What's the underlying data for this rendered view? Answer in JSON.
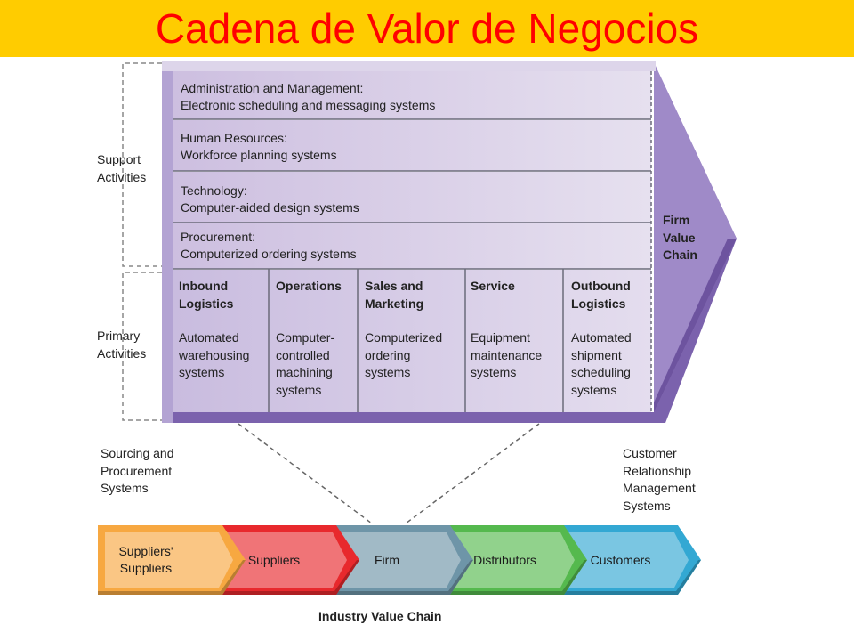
{
  "title": "Cadena de Valor de Negocios",
  "side_labels": {
    "support": "Support\nActivities",
    "primary": "Primary\nActivities"
  },
  "firm_value_chain_label": "Firm\nValue\nChain",
  "support_activities": [
    {
      "name": "Administration and Management:",
      "system": "Electronic scheduling and messaging systems"
    },
    {
      "name": "Human Resources:",
      "system": "Workforce planning systems"
    },
    {
      "name": "Technology:",
      "system": "Computer-aided design systems"
    },
    {
      "name": "Procurement:",
      "system": "Computerized ordering systems"
    }
  ],
  "primary_activities": [
    {
      "name": "Inbound\nLogistics",
      "system": "Automated\nwarehousing\nsystems"
    },
    {
      "name": "Operations",
      "system": "Computer-\ncontrolled\nmachining\nsystems"
    },
    {
      "name": "Sales and\nMarketing",
      "system": "Computerized\nordering\nsystems"
    },
    {
      "name": "Service",
      "system": "Equipment\nmaintenance\nsystems"
    },
    {
      "name": "Outbound\nLogistics",
      "system": "Automated\nshipment\nscheduling\nsystems"
    }
  ],
  "sourcing_label": "Sourcing and\nProcurement\nSystems",
  "crm_label": "Customer\nRelationship\nManagement\nSystems",
  "industry_chain": [
    {
      "label": "Suppliers'\nSuppliers",
      "color": "#f7a841"
    },
    {
      "label": "Suppliers",
      "color": "#e8292d"
    },
    {
      "label": "Firm",
      "color": "#6e95a8"
    },
    {
      "label": "Distributors",
      "color": "#55b94e"
    },
    {
      "label": "Customers",
      "color": "#33a8d3"
    }
  ],
  "industry_chain_label": "Industry Value Chain",
  "colors": {
    "title_bar": "#ffcc00",
    "title_text": "#ff0000",
    "firm_fill": "#cfc3e3",
    "firm_dark": "#7d64ad"
  }
}
